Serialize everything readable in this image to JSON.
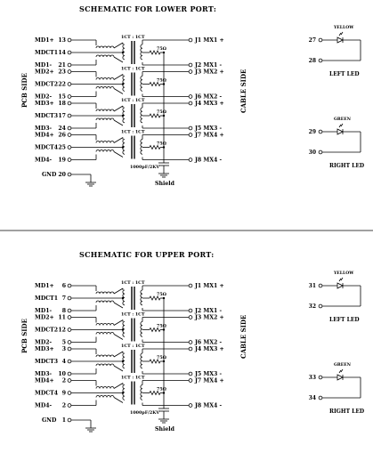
{
  "lower": {
    "title": "SCHEMATIC FOR LOWER PORT:",
    "pcb_side": "PCB SIDE",
    "cable_side": "CABLE SIDE",
    "left_pins": [
      {
        "name": "MD1+",
        "num": "13"
      },
      {
        "name": "MDCT1",
        "num": "14"
      },
      {
        "name": "MD1-",
        "num": "21"
      },
      {
        "name": "MD2+",
        "num": "23"
      },
      {
        "name": "MDCT2",
        "num": "22"
      },
      {
        "name": "MD2-",
        "num": "15"
      },
      {
        "name": "MD3+",
        "num": "18"
      },
      {
        "name": "MDCT3",
        "num": "17"
      },
      {
        "name": "MD3-",
        "num": "24"
      },
      {
        "name": "MD4+",
        "num": "26"
      },
      {
        "name": "MDCT4",
        "num": "25"
      },
      {
        "name": "MD4-",
        "num": "19"
      }
    ],
    "gnd": {
      "name": "GND",
      "num": "20"
    },
    "right_pins": [
      "J1 MX1 +",
      "J2 MX1 -",
      "J3 MX2 +",
      "J6 MX2 -",
      "J4 MX3 +",
      "J5 MX3 -",
      "J7 MX4 +",
      "J8 MX4 -"
    ],
    "ratios": [
      "1CT : 1CT",
      "1CT : 1CT",
      "1CT : 1CT",
      "1CT : 1CT"
    ],
    "res": [
      "75Ω",
      "75Ω",
      "75Ω",
      "75Ω"
    ],
    "cap": "1000pF/2KV",
    "shield": "Shield",
    "leds": [
      {
        "color": "YELLOW",
        "pin_a": "27",
        "pin_b": "28",
        "label": "LEFT LED"
      },
      {
        "color": "GREEN",
        "pin_a": "29",
        "pin_b": "30",
        "label": "RIGHT LED"
      }
    ]
  },
  "upper": {
    "title": "SCHEMATIC FOR UPPER PORT:",
    "pcb_side": "PCB SIDE",
    "cable_side": "CABLE SIDE",
    "left_pins": [
      {
        "name": "MD1+",
        "num": "6"
      },
      {
        "name": "MDCT1",
        "num": "7"
      },
      {
        "name": "MD1-",
        "num": "8"
      },
      {
        "name": "MD2+",
        "num": "11"
      },
      {
        "name": "MDCT2",
        "num": "12"
      },
      {
        "name": "MD2-",
        "num": "5"
      },
      {
        "name": "MD3+",
        "num": "3"
      },
      {
        "name": "MDCT3",
        "num": "4"
      },
      {
        "name": "MD3-",
        "num": "10"
      },
      {
        "name": "MD4+",
        "num": "2"
      },
      {
        "name": "MDCT4",
        "num": "9"
      },
      {
        "name": "MD4-",
        "num": "2"
      }
    ],
    "gnd": {
      "name": "GND",
      "num": "1"
    },
    "right_pins": [
      "J1 MX1 +",
      "J2 MX1 -",
      "J3 MX2 +",
      "J6 MX2 -",
      "J4 MX3 +",
      "J5 MX3 -",
      "J7 MX4 +",
      "J8 MX4 -"
    ],
    "ratios": [
      "1CT : 1CT",
      "1CT : 1CT",
      "1CT : 1CT",
      "1CT : 1CT"
    ],
    "res": [
      "75Ω",
      "75Ω",
      "75Ω",
      "75Ω"
    ],
    "cap": "1000pF/2KV",
    "shield": "Shield",
    "leds": [
      {
        "color": "YELLOW",
        "pin_a": "31",
        "pin_b": "32",
        "label": "LEFT LED"
      },
      {
        "color": "GREEN",
        "pin_a": "33",
        "pin_b": "34",
        "label": "RIGHT LED"
      }
    ]
  }
}
